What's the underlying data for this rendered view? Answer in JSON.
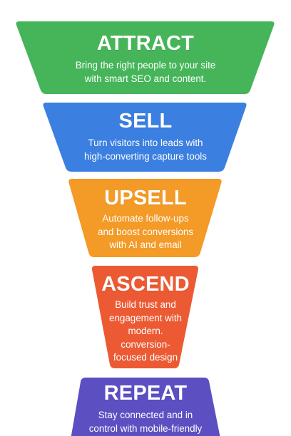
{
  "funnel": {
    "stages": [
      {
        "title": "ATTRACT",
        "lines": [
          "Bring the right people to your site",
          "with smart SEO and content."
        ],
        "color": "#46b55a"
      },
      {
        "title": "SELL",
        "lines": [
          "Turn visitors into leads with",
          "high-converting capture tools"
        ],
        "color": "#3b7fe0"
      },
      {
        "title": "UPSELL",
        "lines": [
          "Automate follow-ups",
          "and boost conversions",
          "with AI and email"
        ],
        "color": "#f39a27"
      },
      {
        "title": "ASCEND",
        "lines": [
          "Build trust and",
          "engagement with",
          "modern.",
          "conversion-",
          "focused design"
        ],
        "color": "#ec5a34"
      },
      {
        "title": "REPEAT",
        "lines": [
          "Stay connected and in",
          "control with mobile-friendly"
        ],
        "color": "#5b4fc2"
      }
    ]
  }
}
